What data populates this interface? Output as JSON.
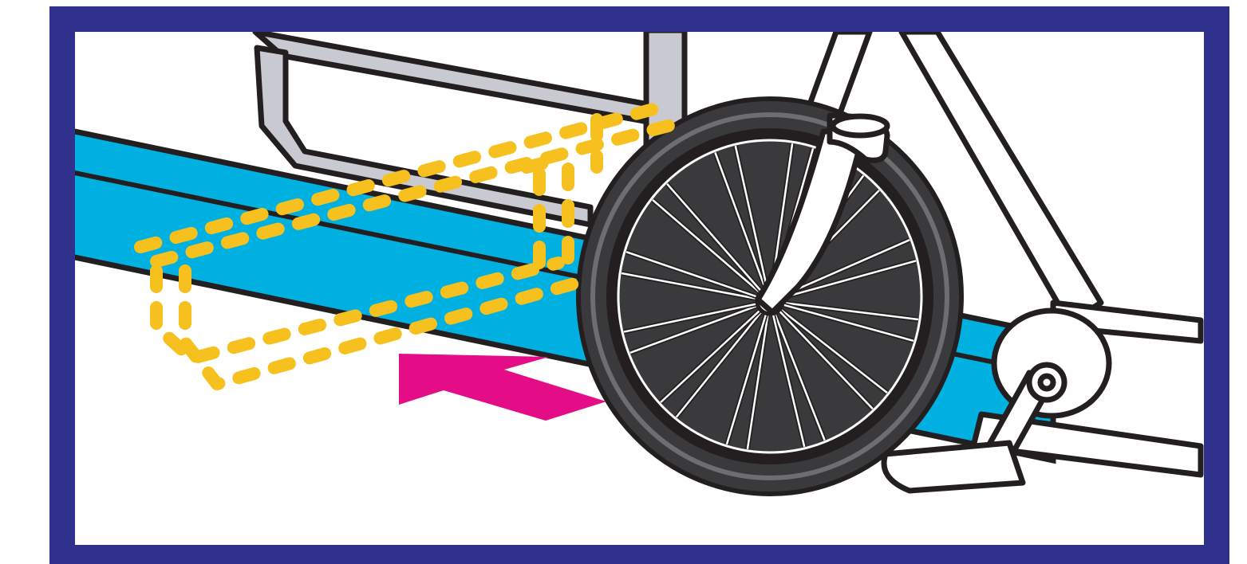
{
  "illustration": {
    "kind": "bike-rack-placement-instruction",
    "icons": {
      "frame": "navy-border-frame",
      "rack": "bike-rack",
      "bar": "cyan-ground-bar",
      "ghost": "dashed-lock-position-outline",
      "arrow": "pink-push-arrow",
      "wheel": "bicycle-front-wheel",
      "fork": "bicycle-fork",
      "crank": "crank-and-pedal"
    }
  },
  "colors": {
    "frame": "#30318d",
    "background": "#ffffff",
    "bar": "#00b0e0",
    "rack": "#c9cad1",
    "dashed": "#f6c11f",
    "arrow": "#e40c87",
    "outline": "#231f20",
    "tire": "#333333"
  }
}
